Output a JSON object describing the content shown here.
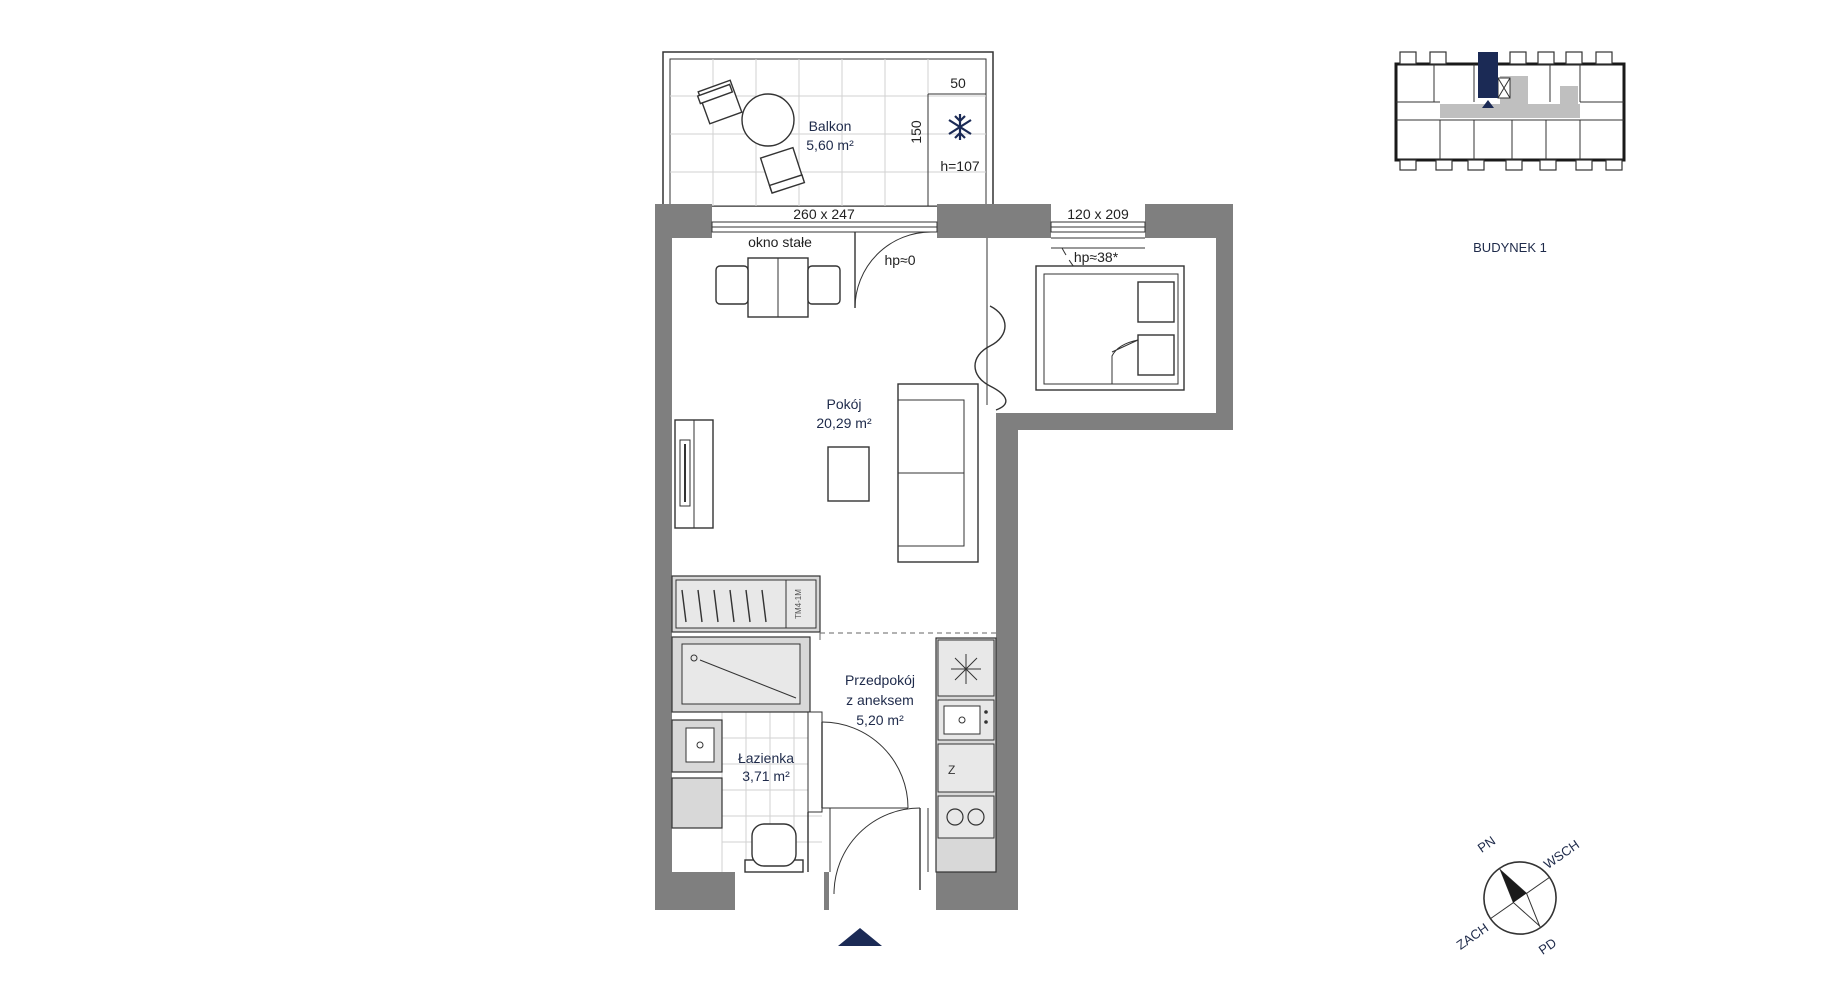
{
  "rooms": {
    "balkon": {
      "name": "Balkon",
      "area": "5,60 m²"
    },
    "pokoj": {
      "name": "Pokój",
      "area": "20,29 m²"
    },
    "przedpokoj": {
      "name_line1": "Przedpokój",
      "name_line2": "z aneksem",
      "area": "5,20 m²"
    },
    "lazienka": {
      "name": "Łazienka",
      "area": "3,71 m²"
    }
  },
  "dimensions": {
    "balcony_width": "50",
    "balcony_depth": "150",
    "balcony_height": "h=107",
    "window_main": "260 x 247",
    "window_fixed_label": "okno stałe",
    "door_hp_main": "hp≈0",
    "window_bedroom": "120 x 209",
    "door_hp_bedroom": "hp≈38*"
  },
  "appliances": {
    "washer_label": "TM4-1M",
    "fridge_label": "Z"
  },
  "building": {
    "label": "BUDYNEK 1"
  },
  "compass": {
    "north": "PN",
    "east": "WSCH",
    "west": "ZACH",
    "south": "PD"
  },
  "colors": {
    "wall": "#7f7f7f",
    "accent_navy": "#1b2a55",
    "room_text": "#1e2a4a"
  },
  "icons": {
    "entrance": "triangle-up-icon",
    "air_conditioner": "snowflake-icon",
    "compass": "compass-rose-icon"
  }
}
